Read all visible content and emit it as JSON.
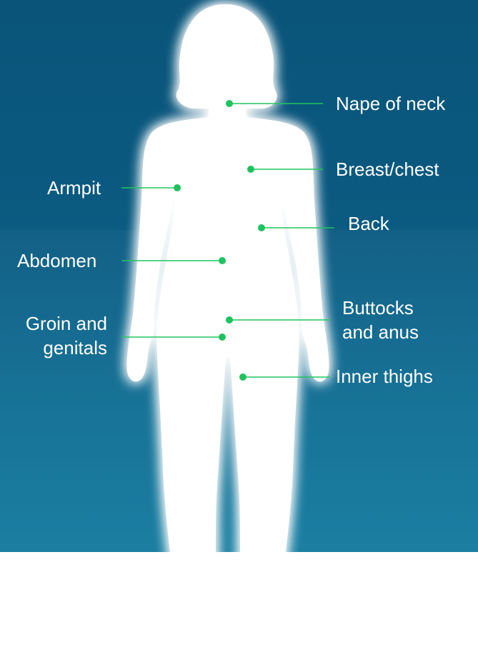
{
  "colors": {
    "background_top": "#0a5479",
    "background_bottom": "#137b9f",
    "silhouette": "#ffffff",
    "leader_line": "#22c55e",
    "marker_dot": "#1fc25f",
    "label_text": "#ffffff"
  },
  "labels": {
    "nape_of_neck": "Nape of neck",
    "breast_chest": "Breast/chest",
    "armpit": "Armpit",
    "back": "Back",
    "abdomen": "Abdomen",
    "buttocks_line1": "Buttocks",
    "buttocks_line2": "and anus",
    "groin_line1": "Groin and",
    "groin_line2": "genitals",
    "inner_thighs": "Inner thighs"
  }
}
